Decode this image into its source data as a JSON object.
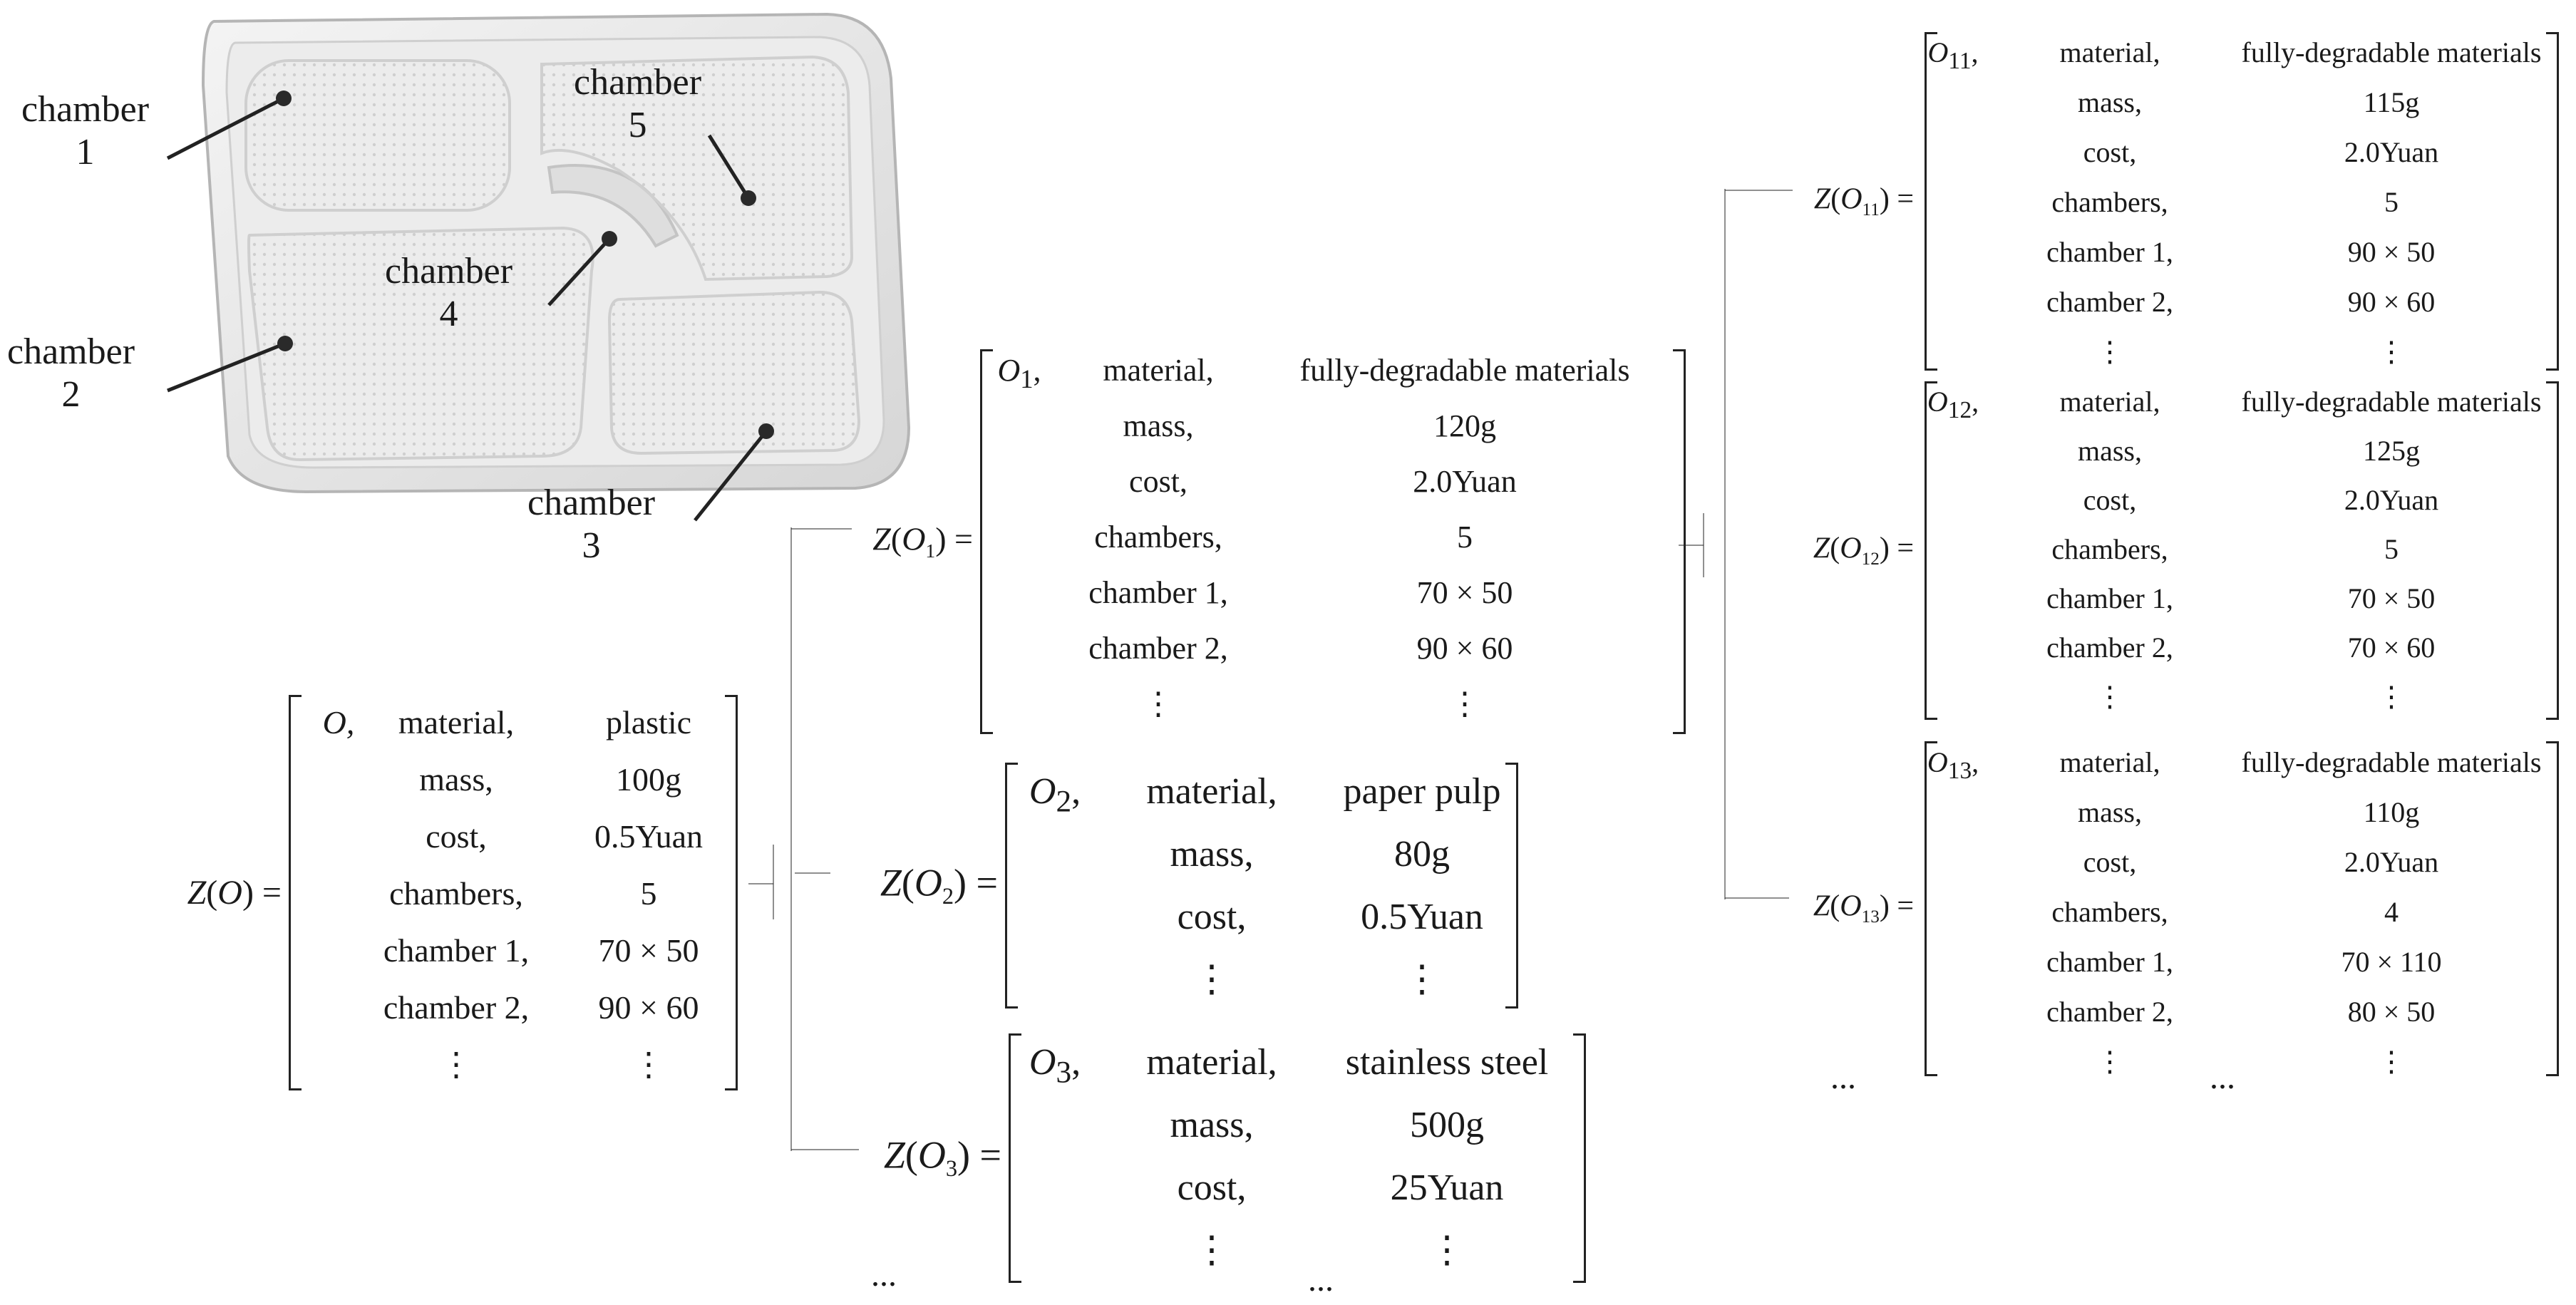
{
  "tray": {
    "labels": [
      {
        "name": "chamber",
        "num": "1"
      },
      {
        "name": "chamber",
        "num": "2"
      },
      {
        "name": "chamber",
        "num": "3"
      },
      {
        "name": "chamber",
        "num": "4"
      },
      {
        "name": "chamber",
        "num": "5"
      }
    ]
  },
  "vdots": "⋮",
  "ellipsis": "...",
  "eq": "=",
  "vdash": "⊣",
  "matrices": {
    "O": {
      "lhs": {
        "func": "Z",
        "sym": "O",
        "sub": ""
      },
      "obj": "O,",
      "rows": [
        {
          "attr": "material,",
          "val": "plastic"
        },
        {
          "attr": "mass,",
          "val": "100g"
        },
        {
          "attr": "cost,",
          "val": "0.5Yuan"
        },
        {
          "attr": "chambers,",
          "val": "5"
        },
        {
          "attr": "chamber 1,",
          "val": "70 × 50"
        },
        {
          "attr": "chamber 2,",
          "val": "90 × 60"
        }
      ]
    },
    "O1": {
      "lhs": {
        "func": "Z",
        "sym": "O",
        "sub": "1"
      },
      "obj": "O",
      "obj_sub": "1",
      "rows": [
        {
          "attr": "material,",
          "val": "fully-degradable materials"
        },
        {
          "attr": "mass,",
          "val": "120g"
        },
        {
          "attr": "cost,",
          "val": "2.0Yuan"
        },
        {
          "attr": "chambers,",
          "val": "5"
        },
        {
          "attr": "chamber 1,",
          "val": "70 × 50"
        },
        {
          "attr": "chamber 2,",
          "val": "90 × 60"
        }
      ]
    },
    "O2": {
      "lhs": {
        "func": "Z",
        "sym": "O",
        "sub": "2"
      },
      "obj": "O",
      "obj_sub": "2",
      "rows": [
        {
          "attr": "material,",
          "val": "paper pulp"
        },
        {
          "attr": "mass,",
          "val": "80g"
        },
        {
          "attr": "cost,",
          "val": "0.5Yuan"
        }
      ]
    },
    "O3": {
      "lhs": {
        "func": "Z",
        "sym": "O",
        "sub": "3"
      },
      "obj": "O",
      "obj_sub": "3",
      "rows": [
        {
          "attr": "material,",
          "val": "stainless steel"
        },
        {
          "attr": "mass,",
          "val": "500g"
        },
        {
          "attr": "cost,",
          "val": "25Yuan"
        }
      ]
    },
    "O11": {
      "lhs": {
        "func": "Z",
        "sym": "O",
        "sub": "11"
      },
      "obj": "O",
      "obj_sub": "11",
      "rows": [
        {
          "attr": "material,",
          "val": "fully-degradable materials"
        },
        {
          "attr": "mass,",
          "val": "115g"
        },
        {
          "attr": "cost,",
          "val": "2.0Yuan"
        },
        {
          "attr": "chambers,",
          "val": "5"
        },
        {
          "attr": "chamber 1,",
          "val": "90 × 50"
        },
        {
          "attr": "chamber 2,",
          "val": "90 × 60"
        }
      ]
    },
    "O12": {
      "lhs": {
        "func": "Z",
        "sym": "O",
        "sub": "12"
      },
      "obj": "O",
      "obj_sub": "12",
      "rows": [
        {
          "attr": "material,",
          "val": "fully-degradable materials"
        },
        {
          "attr": "mass,",
          "val": "125g"
        },
        {
          "attr": "cost,",
          "val": "2.0Yuan"
        },
        {
          "attr": "chambers,",
          "val": "5"
        },
        {
          "attr": "chamber 1,",
          "val": "70 × 50"
        },
        {
          "attr": "chamber 2,",
          "val": "70 × 60"
        }
      ]
    },
    "O13": {
      "lhs": {
        "func": "Z",
        "sym": "O",
        "sub": "13"
      },
      "obj": "O",
      "obj_sub": "13",
      "rows": [
        {
          "attr": "material,",
          "val": "fully-degradable materials"
        },
        {
          "attr": "mass,",
          "val": "110g"
        },
        {
          "attr": "cost,",
          "val": "2.0Yuan"
        },
        {
          "attr": "chambers,",
          "val": "4"
        },
        {
          "attr": "chamber 1,",
          "val": "70 × 110"
        },
        {
          "attr": "chamber 2,",
          "val": "80 × 50"
        }
      ]
    }
  },
  "colors": {
    "ink": "#222222",
    "tray": "#e9e9e9",
    "tray_edge": "#b8b8b8"
  }
}
